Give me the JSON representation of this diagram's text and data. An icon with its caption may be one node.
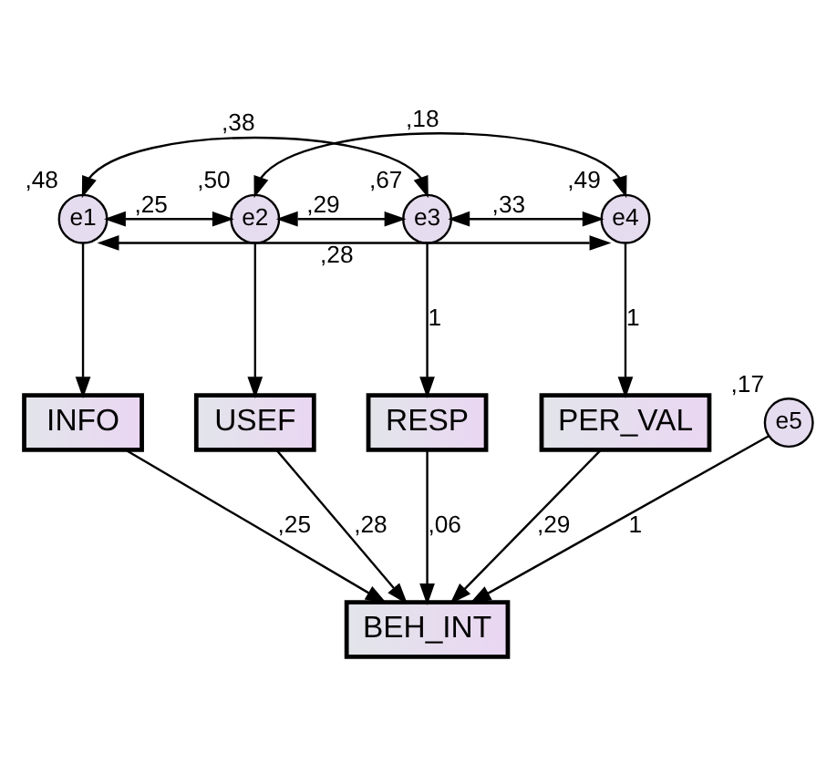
{
  "diagram": {
    "nodes": [
      {
        "text": [
          "e1"
        ],
        "beside": [
          ",48"
        ]
      },
      {
        "text": [
          "INFO"
        ]
      },
      {
        "text": [
          "e2"
        ],
        "beside": [
          ",50"
        ]
      },
      {
        "text": [
          "USEF"
        ]
      },
      {
        "text": [
          "e3"
        ],
        "beside": [
          ",67"
        ]
      },
      {
        "text": [
          "RESP"
        ]
      },
      {
        "text": [
          "e4"
        ],
        "beside": [
          ",49"
        ]
      },
      {
        "text": [
          "PER_VAL"
        ]
      },
      {
        "text": [
          "e5"
        ],
        "beside": [
          ",17"
        ]
      },
      {
        "text": [
          "BEH_INT"
        ]
      }
    ],
    "edges": [
      {
        "from": 0,
        "to": 1,
        "arrow": "to"
      },
      {
        "from": 2,
        "to": 3,
        "arrow": "to"
      },
      {
        "from": 4,
        "to": 5,
        "arrow": "to",
        "label": "1"
      },
      {
        "from": 6,
        "to": 7,
        "arrow": "to",
        "label": "1"
      },
      {
        "from": 8,
        "to": 9,
        "arrow": "to",
        "label": "1"
      },
      {
        "from": 1,
        "to": 9,
        "arrow": "to",
        "label": ",25"
      },
      {
        "from": 3,
        "to": 9,
        "arrow": "to",
        "label": ",28"
      },
      {
        "from": 5,
        "to": 9,
        "arrow": "to",
        "label": ",06"
      },
      {
        "from": 7,
        "to": 9,
        "arrow": "to",
        "label": ",29"
      },
      {
        "from": 0,
        "to": 2,
        "arrow": "both",
        "label": ",25"
      },
      {
        "from": 0,
        "to": 4,
        "arrow": "both",
        "label": ",38"
      },
      {
        "from": 0,
        "to": 6,
        "arrow": "both",
        "label": ",28"
      },
      {
        "from": 2,
        "to": 4,
        "arrow": "both",
        "label": ",29"
      },
      {
        "from": 2,
        "to": 6,
        "arrow": "both",
        "label": ",18"
      },
      {
        "from": 4,
        "to": 6,
        "arrow": "both",
        "label": ",33"
      }
    ]
  }
}
